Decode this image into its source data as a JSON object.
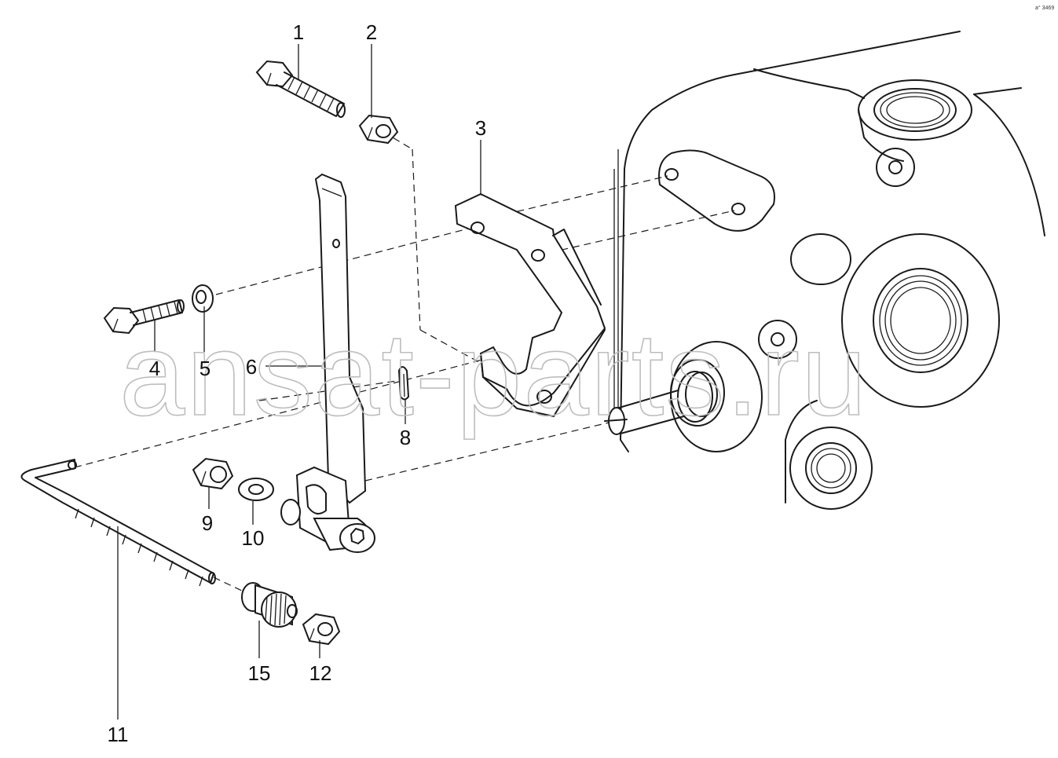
{
  "watermark": "ansat-parts.ru",
  "figure_code": "a° 3469",
  "callouts": {
    "c1": "1",
    "c2": "2",
    "c3": "3",
    "c4": "4",
    "c5": "5",
    "c6": "6",
    "c8": "8",
    "c9": "9",
    "c10": "10",
    "c11": "11",
    "c12": "12",
    "c15": "15"
  }
}
